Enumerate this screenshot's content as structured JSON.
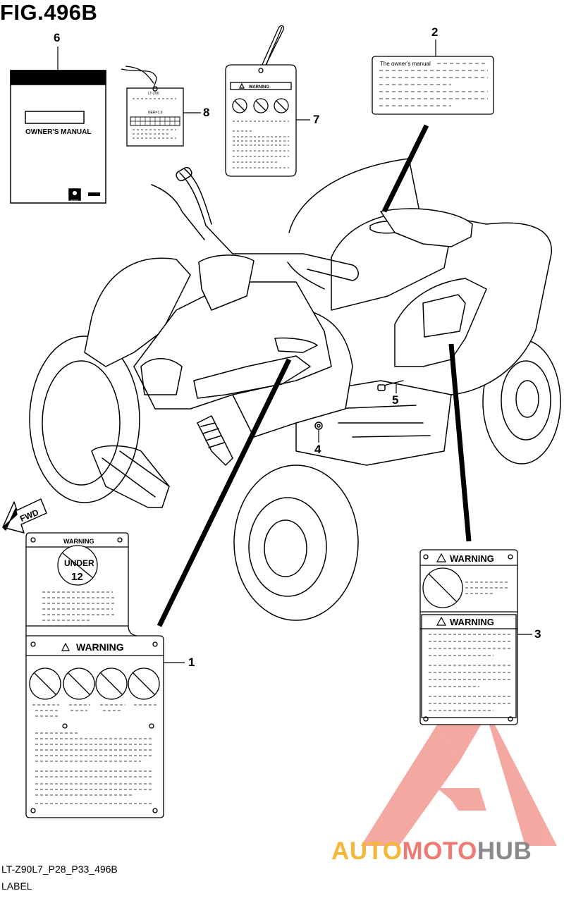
{
  "figure": {
    "title": "FIG.496B",
    "code": "LT-Z90L7_P28_P33_496B",
    "caption": "LABEL"
  },
  "callouts": [
    "1",
    "2",
    "3",
    "4",
    "5",
    "6",
    "7",
    "8"
  ],
  "labels": {
    "manual": {
      "title": "OWNER'S MANUAL",
      "brand": "SUZUKI"
    },
    "owners_manual_label": {
      "text": "The owner's manual"
    },
    "tag8": {
      "model": "LT-Z90",
      "ratio": "NER=1.9"
    },
    "warning_word": "WARNING",
    "age_badge": {
      "top": "UNDER",
      "number": "12"
    }
  },
  "arrow": {
    "text": "FWD"
  },
  "watermark": {
    "part1": "AUTO",
    "part2": "MOTO",
    "part3": "HUB"
  },
  "colors": {
    "line": "#000000",
    "watermark_yellow": "#f5b73b",
    "watermark_red": "#ef7a73",
    "watermark_gray": "#8a8a8a"
  }
}
